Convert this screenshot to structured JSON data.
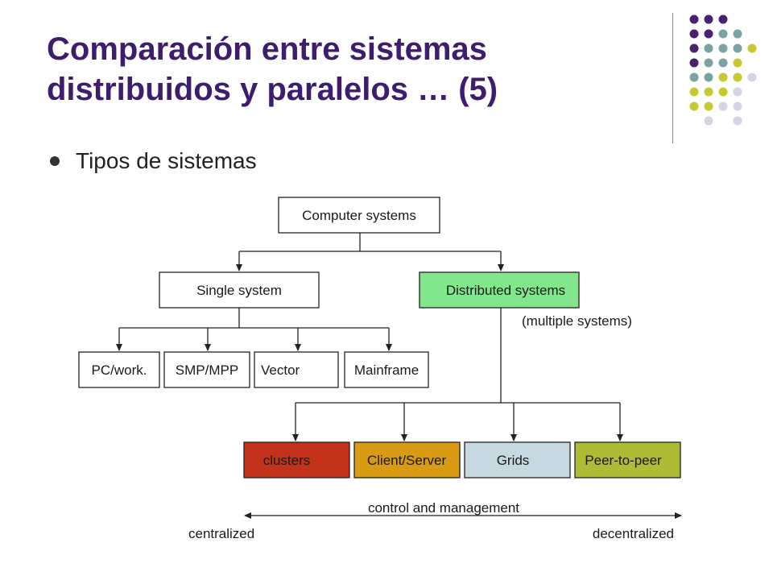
{
  "slide": {
    "title_line1": "Comparación entre sistemas",
    "title_line2": "distribuidos y paralelos … (5)",
    "bullet": "Tipos de sistemas"
  },
  "diagram": {
    "root": "Computer systems",
    "single": "Single system",
    "distributed": "Distributed systems",
    "distributed_note": "(multiple systems)",
    "single_children": [
      "PC/work.",
      "SMP/MPP",
      "Vector",
      "Mainframe"
    ],
    "distributed_children": [
      "clusters",
      "Client/Server",
      "Grids",
      "Peer-to-peer"
    ],
    "axis_label": "control and management",
    "axis_left": "centralized",
    "axis_right": "decentralized"
  },
  "colors": {
    "title": "#3f1d6e",
    "distributed_fill": "#82e68c",
    "clusters_fill": "#c2321a",
    "client_server_fill": "#d99a14",
    "grids_fill": "#c6d9e0",
    "p2p_fill": "#adbb35",
    "dot_purple": "#4a2070",
    "dot_teal": "#7aa3a3",
    "dot_yellow": "#c6c932",
    "dot_lavender": "#d4d4e6"
  }
}
